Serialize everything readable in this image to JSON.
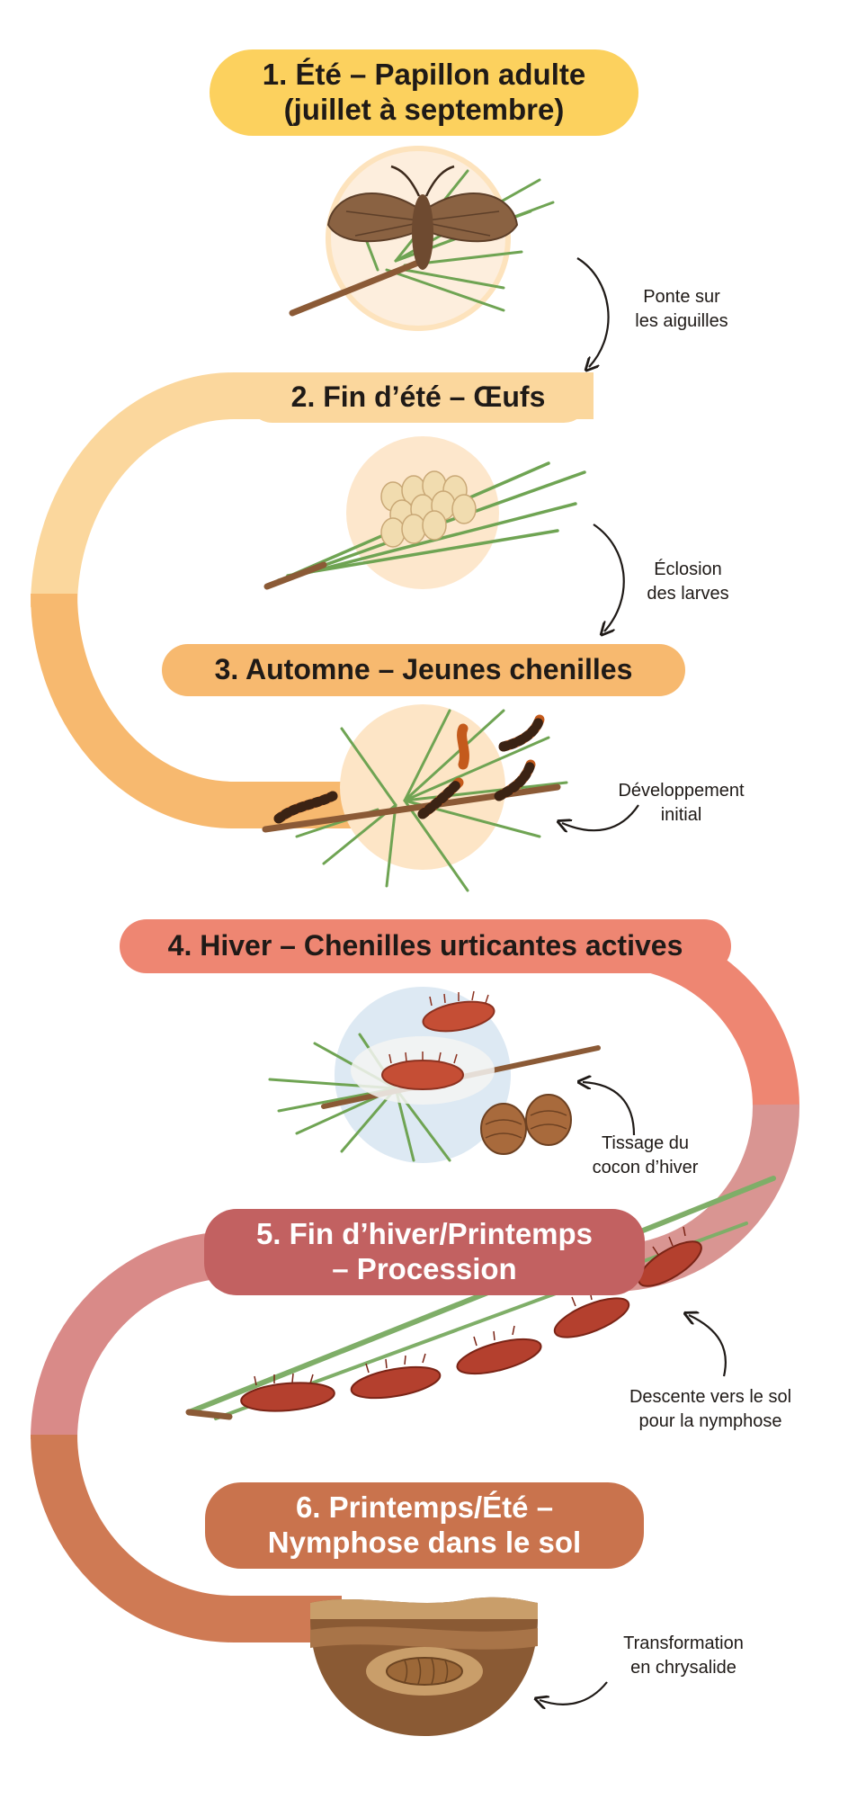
{
  "stages": [
    {
      "title_line1": "1. Été – Papillon adulte",
      "title_line2": "(juillet à septembre)",
      "color": "#fcd15e"
    },
    {
      "title_line1": "2. Fin d’été – Œufs",
      "color": "#fbd79d"
    },
    {
      "title_line1": "3. Automne – Jeunes chenilles",
      "color": "#f7b96f"
    },
    {
      "title_line1": "4. Hiver – Chenilles urticantes actives",
      "color": "#ee8672"
    },
    {
      "title_line1": "5. Fin d’hiver/Printemps",
      "title_line2": "– Procession",
      "color": "#c26161"
    },
    {
      "title_line1": "6. Printemps/Été –",
      "title_line2": "Nymphose dans le sol",
      "color": "#c9734d"
    }
  ],
  "notes": [
    {
      "line1": "Ponte sur",
      "line2": "les aiguilles"
    },
    {
      "line1": "Éclosion",
      "line2": "des larves"
    },
    {
      "line1": "Développement",
      "line2": "initial"
    },
    {
      "line1": "Tissage du",
      "line2": "cocon d’hiver"
    },
    {
      "line1": "Descente vers le sol",
      "line2": "pour la nymphose"
    },
    {
      "line1": "Transformation",
      "line2": "en chrysalide"
    }
  ],
  "illustrations": [
    "moth-on-pine",
    "egg-cluster-on-needles",
    "young-caterpillars-on-branch",
    "winter-nest-with-caterpillars",
    "procession-caterpillars-on-needle",
    "chrysalis-in-soil"
  ],
  "colors": {
    "band_summer": "#fbd79d",
    "band_autumn": "#f7b96f",
    "band_winter": "#ee8672",
    "band_spring": "#d98a88",
    "band_soil": "#cf7a54"
  }
}
